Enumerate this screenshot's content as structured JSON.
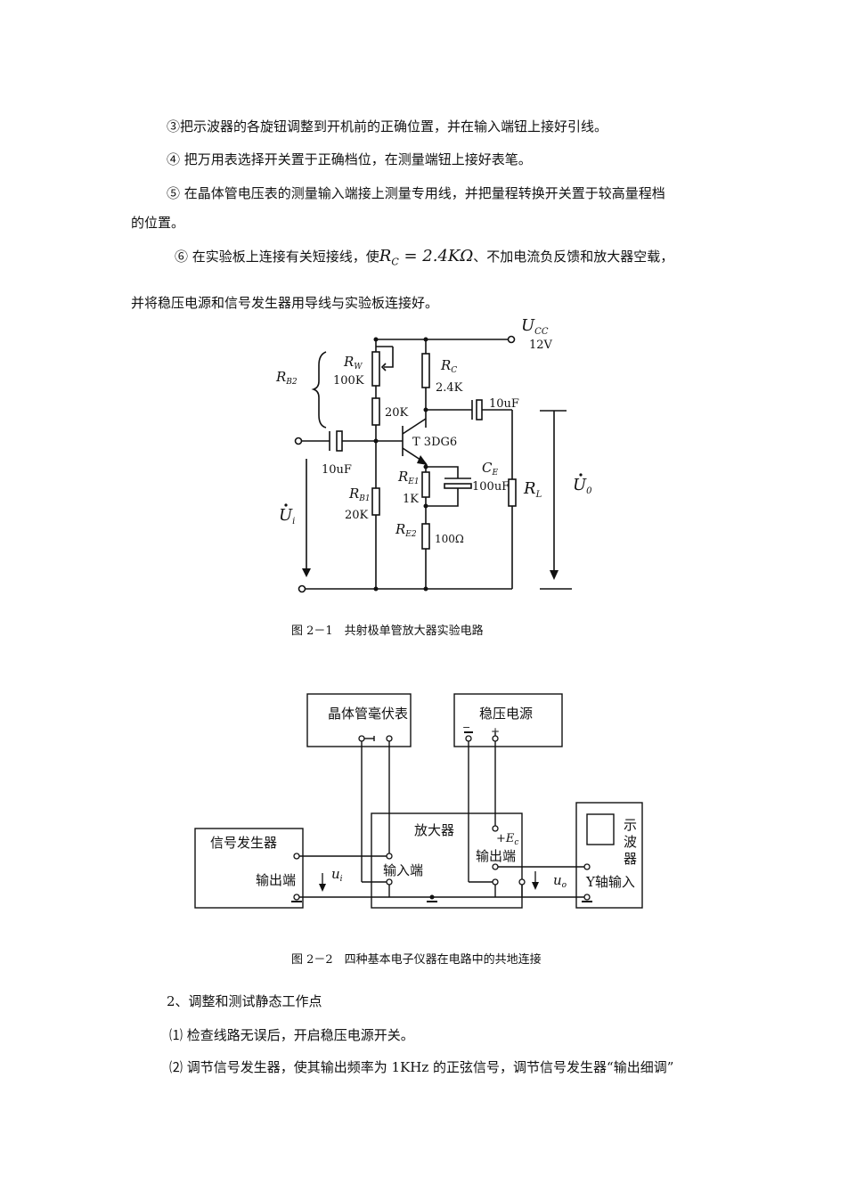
{
  "paragraphs": {
    "p3": "③把示波器的各旋钮调整到开机前的正确位置，并在输入端钮上接好引线。",
    "p4": "④ 把万用表选择开关置于正确档位，在测量端钮上接好表笔。",
    "p5a": "⑤ 在晶体管电压表的测量输入端接上测量专用线，并把量程转换开关置于较高量程档",
    "p5b": "的位置。",
    "p6a_pre": "⑥ 在实验板上连接有关短接线，使",
    "p6a_formula_R": "R",
    "p6a_formula_sub": "C",
    "p6a_formula_val": " = 2.4KΩ",
    "p6a_post": "、不加电流负反馈和放大器空载，",
    "p6b": "并将稳压电源和信号发生器用导线与实验板连接好。",
    "s2": "2、调整和测试静态工作点",
    "s2_1": "⑴ 检查线路无误后，开启稳压电源开关。",
    "s2_2": "⑵ 调节信号发生器，使其输出频率为 1KHz 的正弦信号，调节信号发生器“输出细调”"
  },
  "figure1": {
    "caption": "图 2－1　共射极单管放大器实验电路",
    "ucc_U": "U",
    "ucc_sub": "CC",
    "ucc_value": "12V",
    "rw_R": "R",
    "rw_sub": "W",
    "rw_value": "100K",
    "rb2_R": "R",
    "rb2_sub": "B2",
    "r20k_top": "20K",
    "rc_R": "R",
    "rc_sub": "C",
    "rc_value": "2.4K",
    "c_out": "10uF",
    "transistor": "T 3DG6",
    "c_in": "10uF",
    "re1_R": "R",
    "re1_sub": "E1",
    "re1_value": "1K",
    "ce_C": "C",
    "ce_sub": "E",
    "ce_value": "100uF",
    "rl_R": "R",
    "rl_sub": "L",
    "rb1_R": "R",
    "rb1_sub": "B1",
    "rb1_value": "20K",
    "re2_R": "R",
    "re2_sub": "E2",
    "re2_value": "100Ω",
    "ui_U": "U",
    "ui_sub": "i",
    "uo_U": "U",
    "uo_sub": "0"
  },
  "figure2": {
    "caption": "图 2－2　四种基本电子仪器在电路中的共地连接",
    "mv_meter": "晶体管毫伏表",
    "power_supply": "稳压电源",
    "ps_minus": "−",
    "ps_plus": "+",
    "sig_gen": "信号发生器",
    "sig_out": "输出端",
    "ui_u": "u",
    "ui_sub": "i",
    "amp": "放大器",
    "amp_in": "输入端",
    "amp_out": "输出端",
    "ec_E": "+E",
    "ec_sub": "c",
    "uo_u": "u",
    "uo_sub": "o",
    "scope_1": "示",
    "scope_2": "波",
    "scope_3": "器",
    "scope_in": "Y轴输入"
  }
}
